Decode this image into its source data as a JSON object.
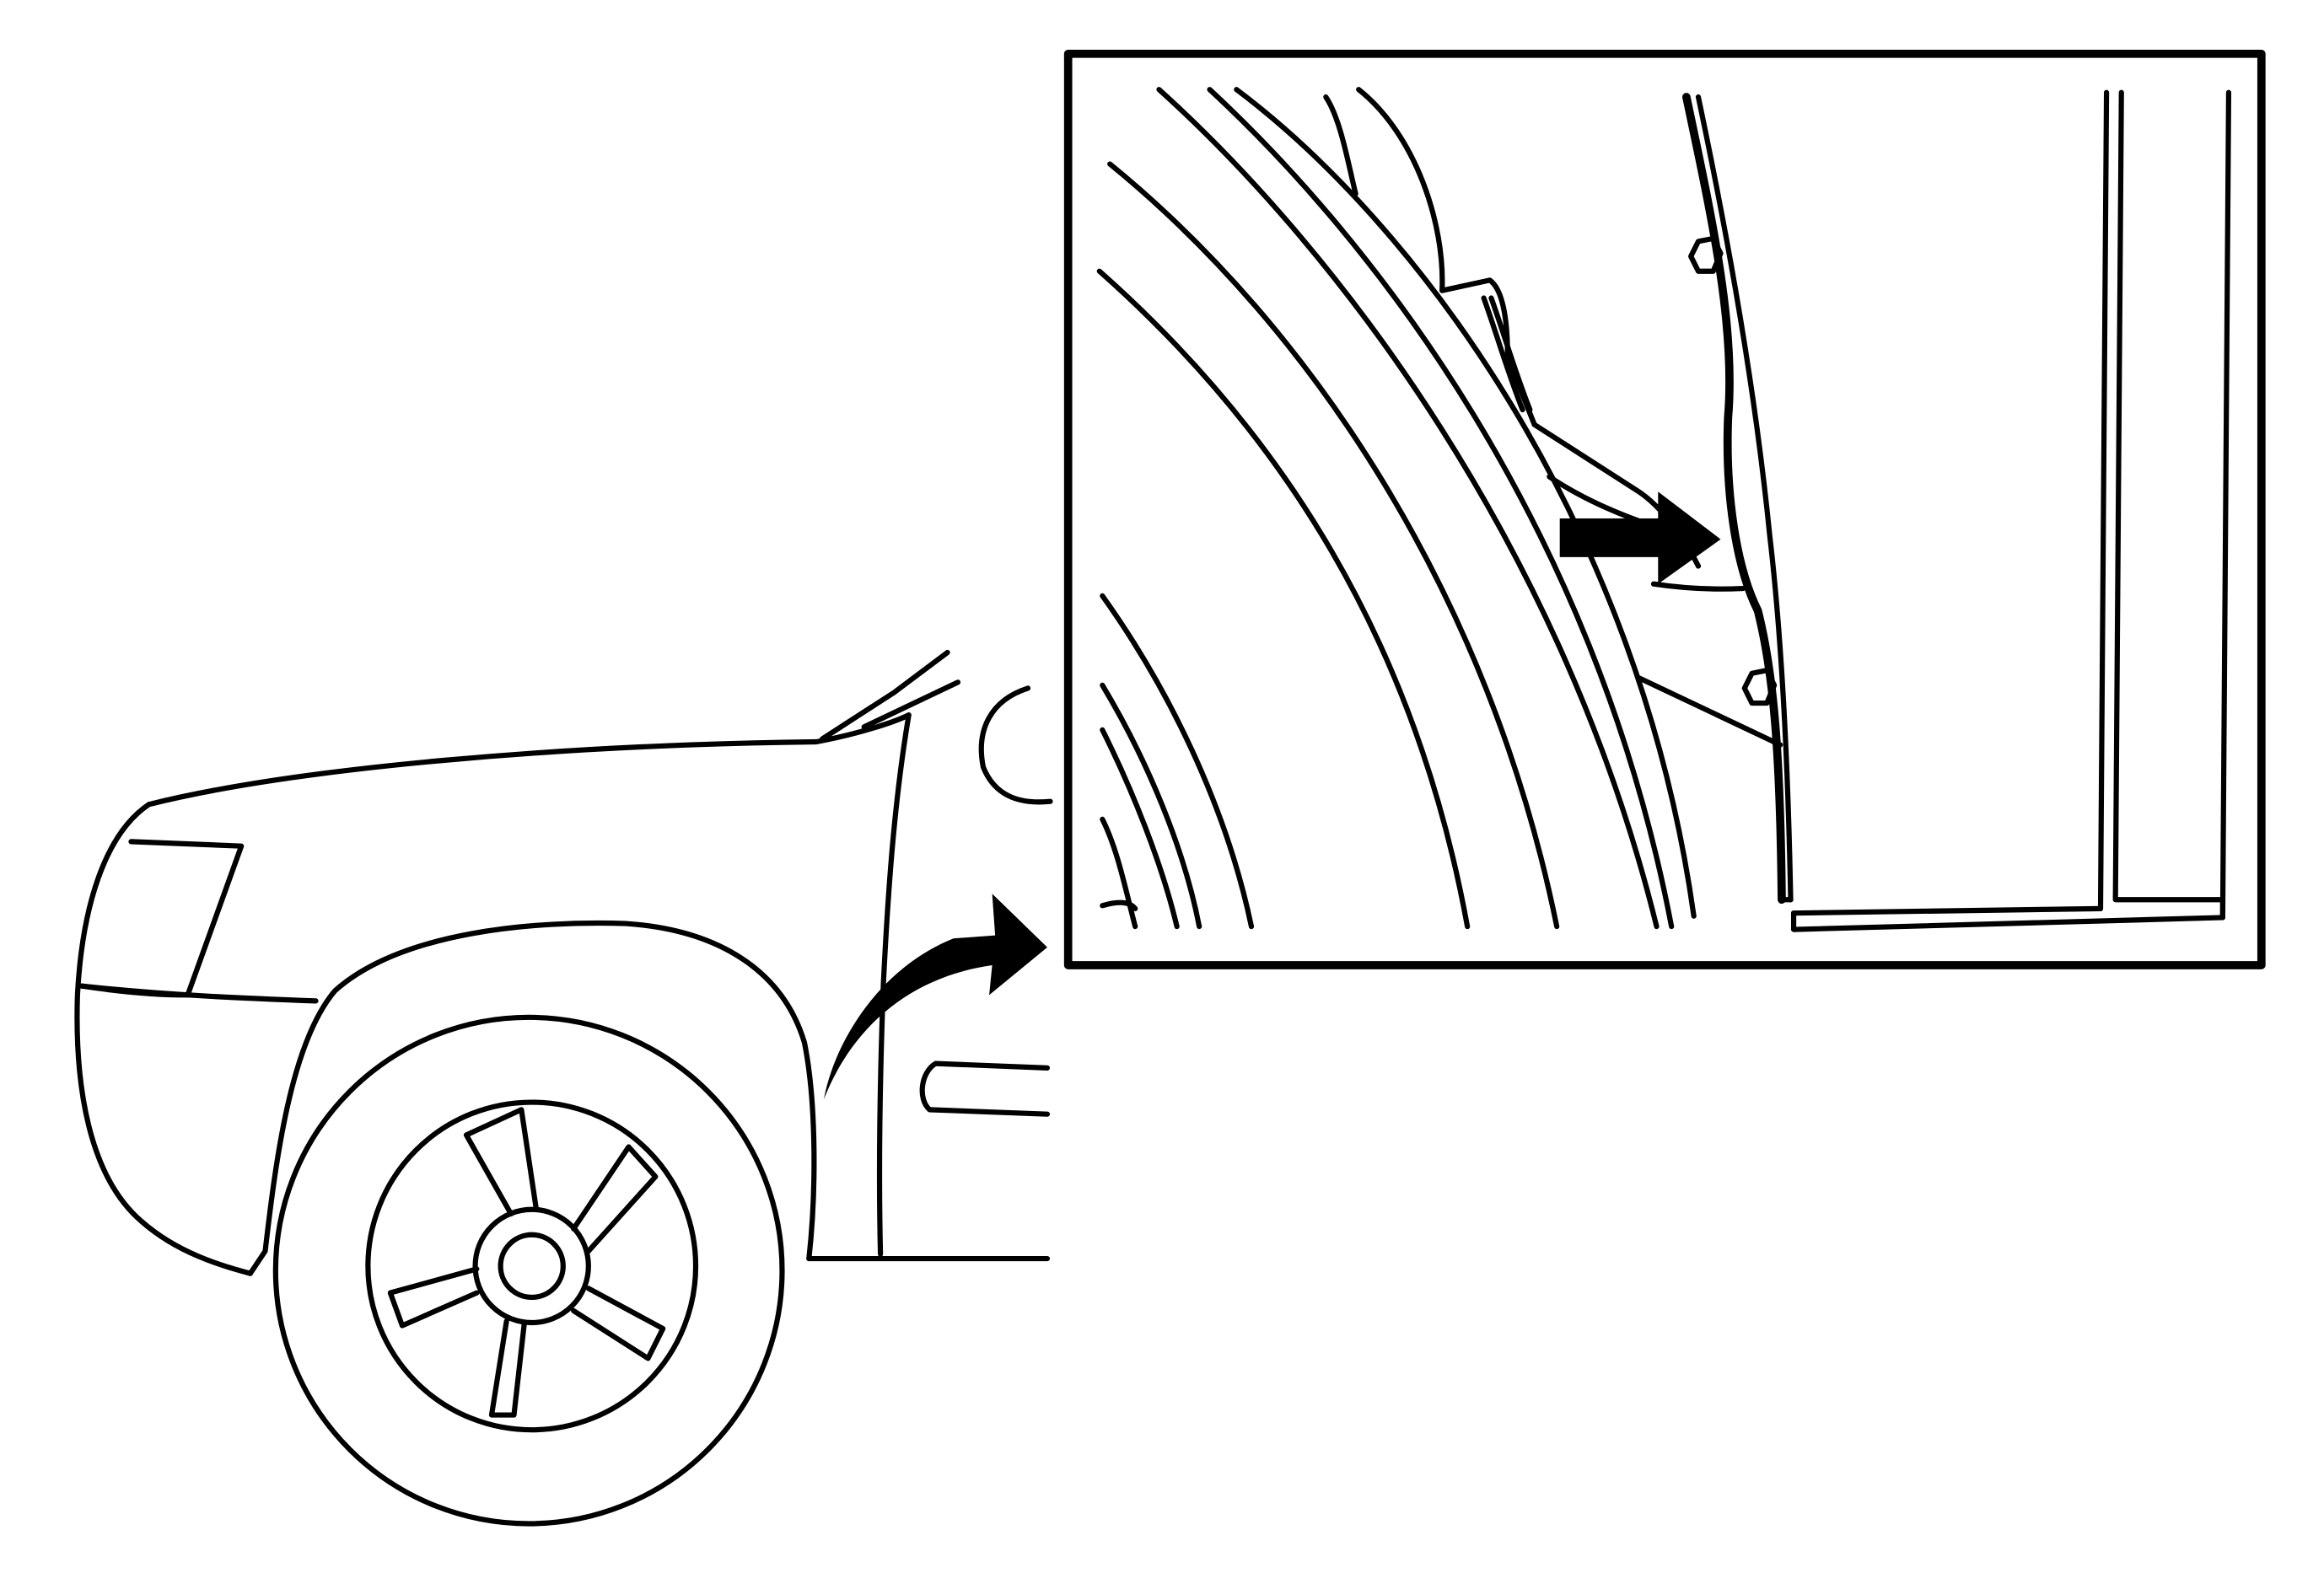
{
  "figure": {
    "kind": "service-illustration",
    "background_color": "#ffffff",
    "line_color": "#000000",
    "parts": [
      "vehicle-front-end",
      "front-wheel",
      "callout-arrow",
      "detail-inset",
      "location-arrow",
      "fastener"
    ]
  }
}
